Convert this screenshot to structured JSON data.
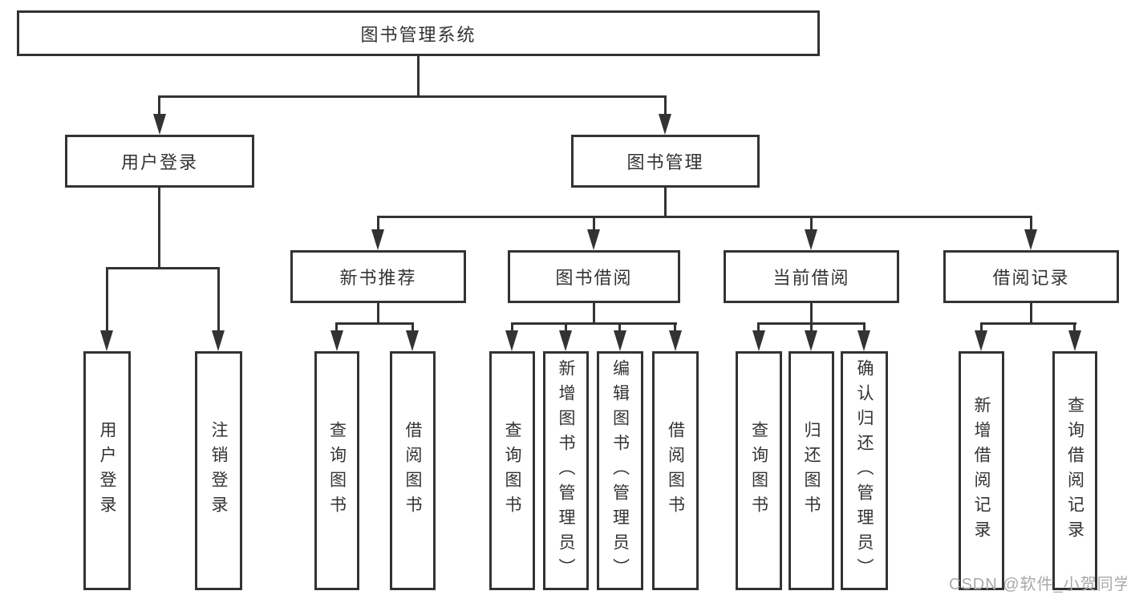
{
  "root": {
    "label": "图书管理系统"
  },
  "level2": [
    {
      "id": "user-login",
      "label": "用户登录"
    },
    {
      "id": "book-management",
      "label": "图书管理"
    }
  ],
  "level3": [
    {
      "id": "new-book-recommend",
      "label": "新书推荐"
    },
    {
      "id": "book-borrowing",
      "label": "图书借阅"
    },
    {
      "id": "current-borrowing",
      "label": "当前借阅"
    },
    {
      "id": "borrowing-records",
      "label": "借阅记录"
    }
  ],
  "leaves": [
    {
      "id": "user-login",
      "label": "用户登录"
    },
    {
      "id": "logout",
      "label": "注销登录"
    },
    {
      "id": "query-books-recommend",
      "label": "查询图书"
    },
    {
      "id": "borrow-books-recommend",
      "label": "借阅图书"
    },
    {
      "id": "query-books-borrowing",
      "label": "查询图书"
    },
    {
      "id": "add-books-admin",
      "label": "新增图书（管理员）"
    },
    {
      "id": "edit-books-admin",
      "label": "编辑图书（管理员）"
    },
    {
      "id": "borrow-books-borrowing",
      "label": "借阅图书"
    },
    {
      "id": "query-books-current",
      "label": "查询图书"
    },
    {
      "id": "return-books",
      "label": "归还图书"
    },
    {
      "id": "confirm-return-admin",
      "label": "确认归还（管理员）"
    },
    {
      "id": "add-borrow-record",
      "label": "新增借阅记录"
    },
    {
      "id": "query-borrow-record",
      "label": "查询借阅记录"
    }
  ],
  "watermark": {
    "text": "CSDN @软件_小贺同学"
  },
  "colors": {
    "line": "#333333",
    "text": "#333333",
    "background": "#ffffff",
    "watermark": "#a9a9a9"
  }
}
